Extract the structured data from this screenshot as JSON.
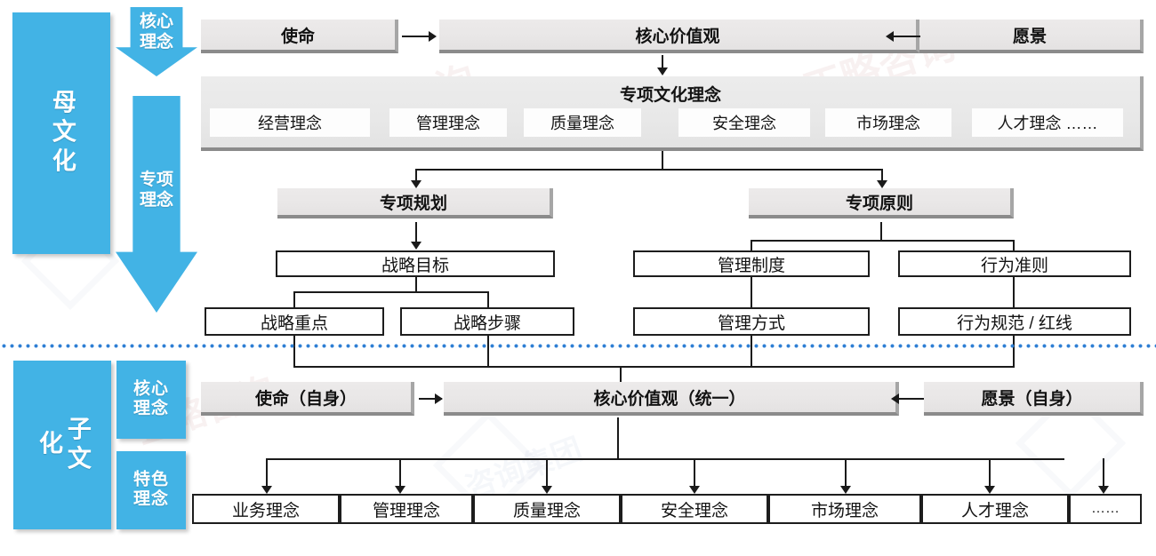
{
  "diagram": {
    "title_hidden": "",
    "accent_blue": "#42b3e5",
    "divider_color": "#2f7fd4",
    "grey_box": "#e9e7e7",
    "line_color": "#1a1a1a"
  },
  "watermarks": [
    {
      "text": "正略咨询集团"
    },
    {
      "text": "正略咨询集团"
    }
  ],
  "parent": {
    "side_label": "母文化",
    "stage_core": "核心\n理念",
    "stage_core_line1": "核心",
    "stage_core_line2": "理念",
    "stage_special_line1": "专项",
    "stage_special_line2": "理念",
    "mission": "使命",
    "core_values": "核心价值观",
    "vision": "愿景",
    "special_culture": {
      "title": "专项文化理念",
      "items": [
        "经营理念",
        "管理理念",
        "质量理念",
        "安全理念",
        "市场理念",
        "人才理念  ……"
      ]
    },
    "left_branch": {
      "head": "专项规划",
      "level2": "战略目标",
      "level3": [
        "战略重点",
        "战略步骤"
      ]
    },
    "right_branch": {
      "head": "专项原则",
      "level2": [
        "管理制度",
        "行为准则"
      ],
      "level3": [
        "管理方式",
        "行为规范 / 红线"
      ]
    }
  },
  "child": {
    "side_label": "子文化",
    "tag_core_line1": "核心",
    "tag_core_line2": "理念",
    "tag_feature_line1": "特色",
    "tag_feature_line2": "理念",
    "mission": "使命（自身）",
    "core_values": "核心价值观（统一）",
    "vision": "愿景（自身）",
    "items": [
      "业务理念",
      "管理理念",
      "质量理念",
      "安全理念",
      "市场理念",
      "人才理念",
      "……"
    ]
  }
}
